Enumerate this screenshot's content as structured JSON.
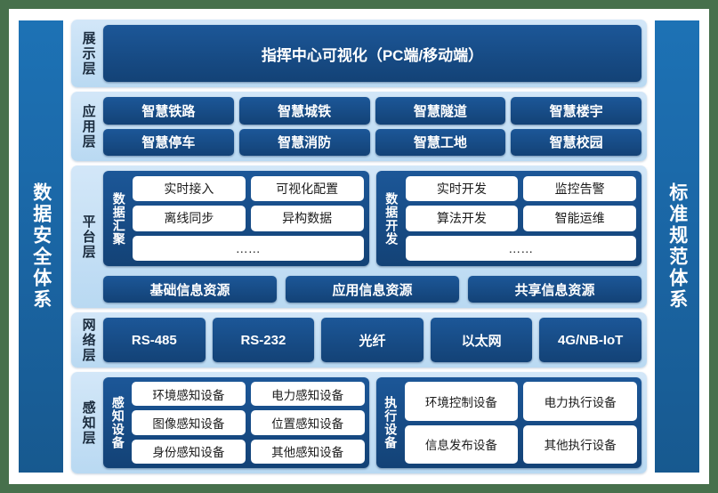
{
  "side_left": {
    "label": "数据安全体系"
  },
  "side_right": {
    "label": "标准规范体系"
  },
  "colors": {
    "page_background": "#47704c",
    "card_background": "#ffffff",
    "pillar_blue": "#1d72b5",
    "panel_light_blue": "#b9d9f2",
    "chip_dark_blue": "#134276",
    "chip_text": "#ffffff",
    "white_chip_background": "#ffffff",
    "white_chip_text": "#1b1b1b",
    "layer_title_text": "#1b2c3e"
  },
  "layers": {
    "presentation": {
      "title": "展示层",
      "banner": "指挥中心可视化（PC端/移动端）"
    },
    "application": {
      "title": "应用层",
      "row1": [
        "智慧铁路",
        "智慧城铁",
        "智慧隧道",
        "智慧楼宇"
      ],
      "row2": [
        "智慧停车",
        "智慧消防",
        "智慧工地",
        "智慧校园"
      ]
    },
    "platform": {
      "title": "平台层",
      "groups": [
        {
          "title": "数据汇聚",
          "row1": [
            "实时接入",
            "可视化配置"
          ],
          "row2": [
            "离线同步",
            "异构数据"
          ],
          "row3": [
            "……"
          ]
        },
        {
          "title": "数据开发",
          "row1": [
            "实时开发",
            "监控告警"
          ],
          "row2": [
            "算法开发",
            "智能运维"
          ],
          "row3": [
            "……"
          ]
        }
      ],
      "resources": [
        "基础信息资源",
        "应用信息资源",
        "共享信息资源"
      ]
    },
    "network": {
      "title": "网络层",
      "items": [
        "RS-485",
        "RS-232",
        "光纤",
        "以太网",
        "4G/NB-IoT"
      ]
    },
    "perception": {
      "title": "感知层",
      "groups": [
        {
          "title": "感知设备",
          "row1": [
            "环境感知设备",
            "电力感知设备"
          ],
          "row2": [
            "图像感知设备",
            "位置感知设备"
          ],
          "row3": [
            "身份感知设备",
            "其他感知设备"
          ]
        },
        {
          "title": "执行设备",
          "row1": [
            "环境控制设备",
            "电力执行设备"
          ],
          "row2": [
            "信息发布设备",
            "其他执行设备"
          ]
        }
      ]
    }
  }
}
